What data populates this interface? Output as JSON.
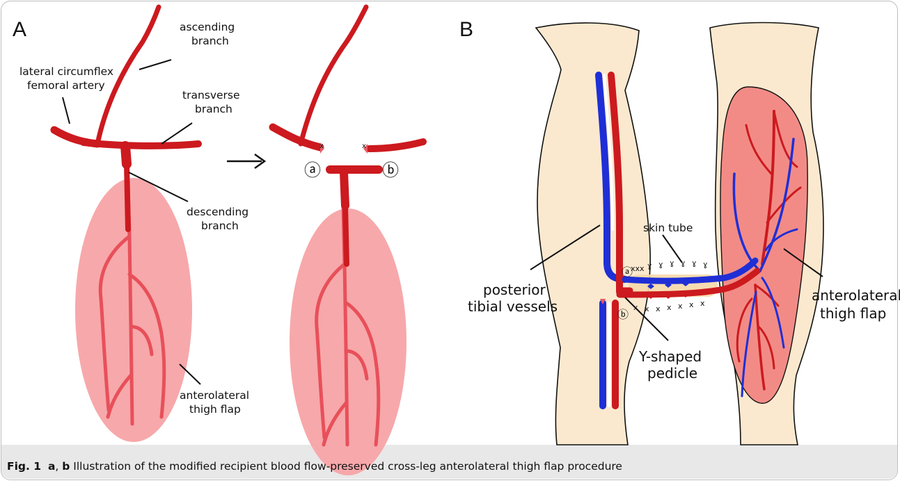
{
  "figure": {
    "panel_a": "A",
    "panel_b": "B",
    "labels_a": {
      "lcfa_1": "lateral circumflex",
      "lcfa_2": "femoral artery",
      "ascending_1": "ascending",
      "ascending_2": "branch",
      "transverse_1": "transverse",
      "transverse_2": "branch",
      "descending_1": "descending",
      "descending_2": "branch",
      "flap_1": "anterolateral",
      "flap_2": "thigh flap",
      "point_a": "ⓐ",
      "point_b": "ⓑ"
    },
    "labels_b": {
      "skin_tube": "skin tube",
      "ptv_1": "posterior",
      "ptv_2": "tibial vessels",
      "ypedicle_1": "Y-shaped",
      "ypedicle_2": "pedicle",
      "flap_1": "anterolateral",
      "flap_2": "thigh flap",
      "point_a": "ⓐ",
      "point_b": "ⓑ"
    },
    "caption": {
      "prefix": "Fig. 1",
      "a": "a",
      "sep": ", ",
      "b": "b",
      "text": " Illustration of the modified recipient blood flow-preserved cross-leg anterolateral thigh flap procedure"
    }
  },
  "colors": {
    "artery": "#cc1a1f",
    "flap": "#f7a8ab",
    "flap_vessel": "#e8505a",
    "vein": "#1f2fd6",
    "skin": "#fbe9cf",
    "flap_b": "#f28b86",
    "tube": "#f6d8a8"
  }
}
